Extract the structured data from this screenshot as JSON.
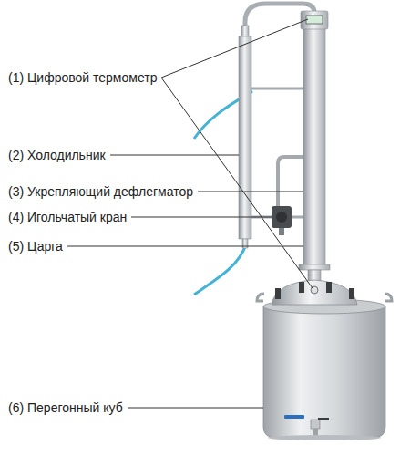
{
  "diagram": {
    "labels": [
      "(1) Цифровой термометр",
      "(2) Холодильник",
      "(3) Укрепляющий дефлегматор",
      "(4) Игольчатый кран",
      "(5) Царга",
      "(6) Перегонный куб"
    ]
  }
}
